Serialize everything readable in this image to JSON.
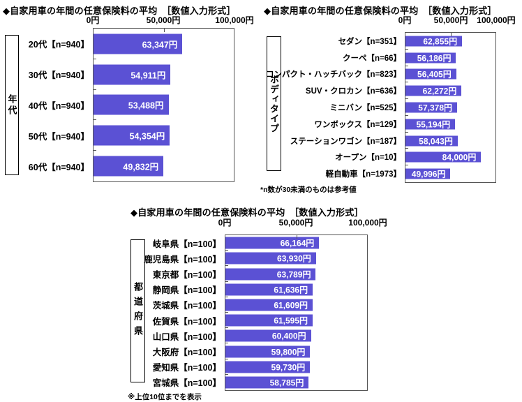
{
  "page": {
    "background": "#ffffff",
    "text_color": "#000000"
  },
  "chart_data": [
    {
      "type": "bar",
      "orientation": "horizontal",
      "title": "◆自家用車の年間の任意保険料の平均　［数値入力形式］",
      "group_label": "年代",
      "categories": [
        "20代【n=940】",
        "30代【n=940】",
        "40代【n=940】",
        "50代【n=940】",
        "60代【n=940】"
      ],
      "values": [
        63347,
        54911,
        53488,
        54354,
        49832
      ],
      "value_labels": [
        "63,347円",
        "54,911円",
        "53,488円",
        "54,354円",
        "49,832円"
      ],
      "axis_ticks": [
        "0円",
        "50,000円",
        "100,000円"
      ],
      "xlim": [
        0,
        100000
      ],
      "grid": "tick-at-50000",
      "legend": "none",
      "bar_color": "#5b51d4"
    },
    {
      "type": "bar",
      "orientation": "horizontal",
      "title": "◆自家用車の年間の任意保険料の平均　［数値入力形式］",
      "group_label": "ボディタイプ",
      "categories": [
        "セダン【n=351】",
        "クーペ【n=66】",
        "コンパクト・ハッチバック【n=823】",
        "SUV・クロカン【n=636】",
        "ミニバン【n=525】",
        "ワンボックス【n=129】",
        "ステーションワゴン【n=187】",
        "オープン【n=10】",
        "軽自動車【n=1973】"
      ],
      "values": [
        62855,
        56186,
        56405,
        62272,
        57378,
        55194,
        58043,
        84000,
        49996
      ],
      "value_labels": [
        "62,855円",
        "56,186円",
        "56,405円",
        "62,272円",
        "57,378円",
        "55,194円",
        "58,043円",
        "84,000円",
        "49,996円"
      ],
      "axis_ticks": [
        "0円",
        "50,000円",
        "100,000円"
      ],
      "xlim": [
        0,
        100000
      ],
      "grid": "tick-at-50000",
      "legend": "none",
      "bar_color": "#5b51d4",
      "footnote": "*n数が30未満のものは参考値"
    },
    {
      "type": "bar",
      "orientation": "horizontal",
      "title": "◆自家用車の年間の任意保険料の平均　［数値入力形式］",
      "group_label": "都道府県",
      "categories": [
        "岐阜県【n=100】",
        "鹿児島県【n=100】",
        "東京都【n=100】",
        "静岡県【n=100】",
        "茨城県【n=100】",
        "佐賀県【n=100】",
        "山口県【n=100】",
        "大阪府【n=100】",
        "愛知県【n=100】",
        "宮城県【n=100】"
      ],
      "values": [
        66164,
        63930,
        63789,
        61636,
        61609,
        61595,
        60400,
        59800,
        59730,
        58785
      ],
      "value_labels": [
        "66,164円",
        "63,930円",
        "63,789円",
        "61,636円",
        "61,609円",
        "61,595円",
        "60,400円",
        "59,800円",
        "59,730円",
        "58,785円"
      ],
      "axis_ticks": [
        "0円",
        "50,000円",
        "100,000円"
      ],
      "xlim": [
        0,
        100000
      ],
      "grid": "tick-at-50000",
      "legend": "none",
      "bar_color": "#5b51d4",
      "footnote": "※上位10位までを表示"
    }
  ]
}
